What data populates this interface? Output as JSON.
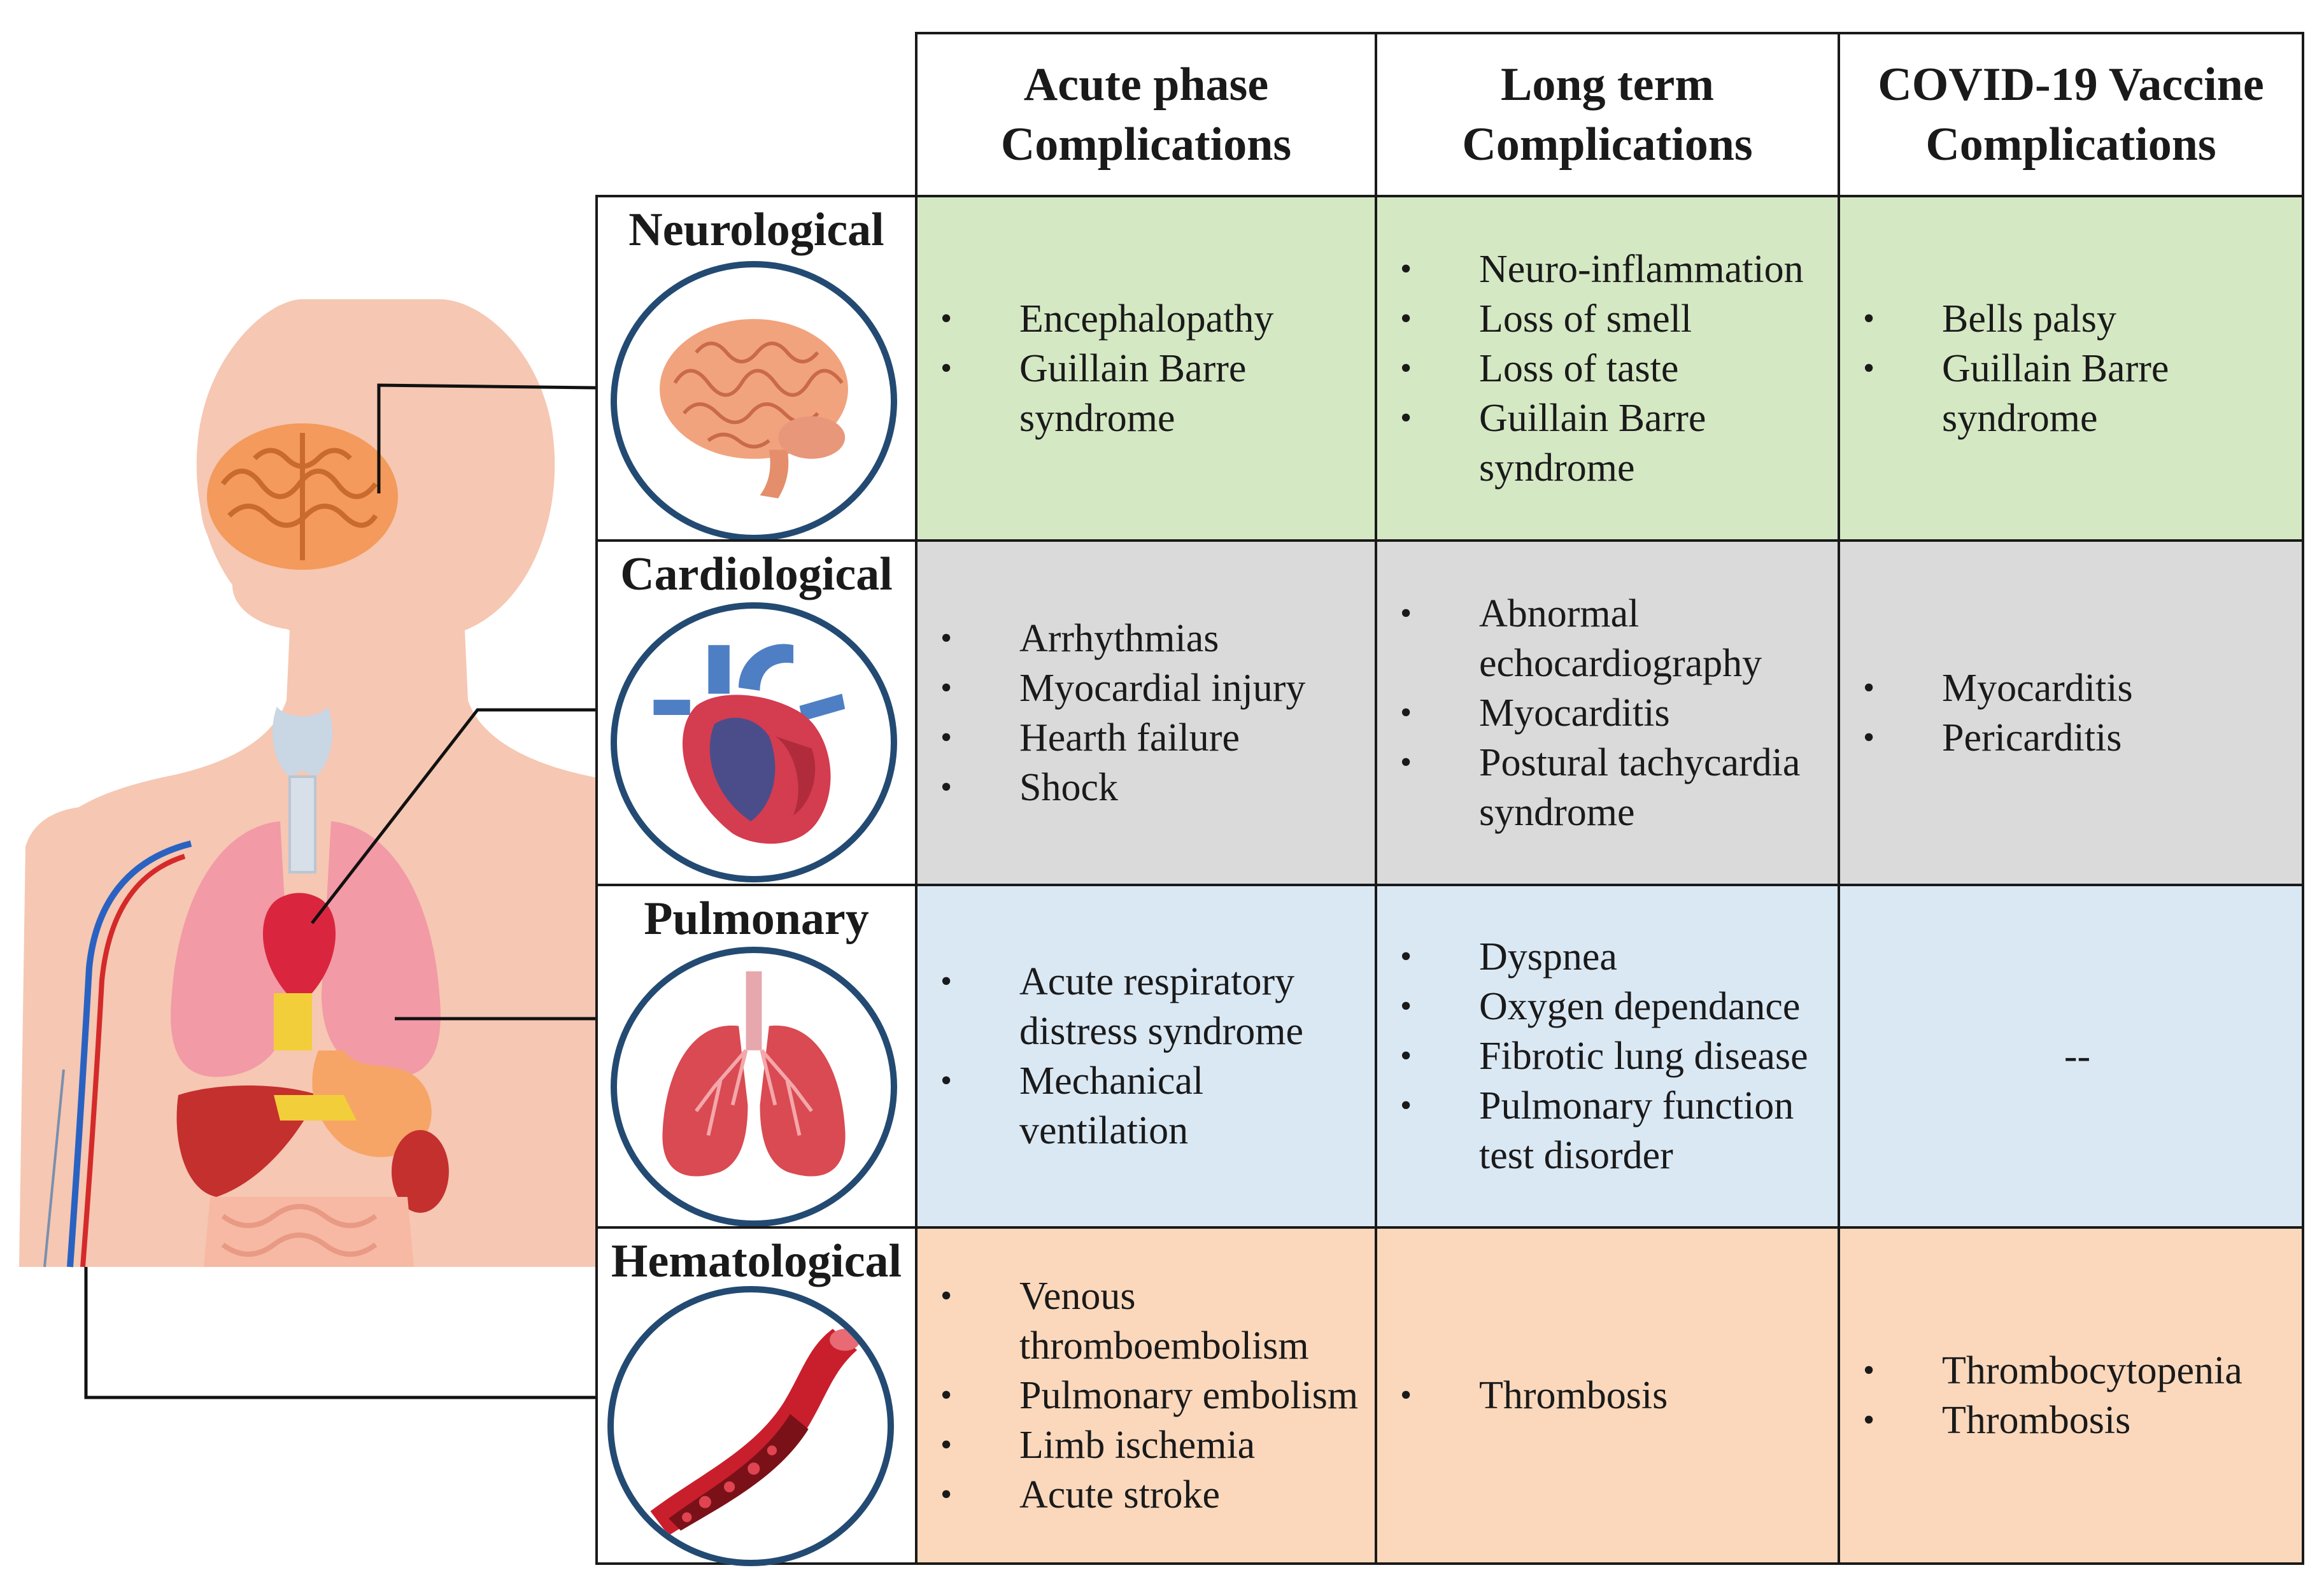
{
  "table": {
    "columns": [
      {
        "line1": "Acute phase",
        "line2": "Complications"
      },
      {
        "line1": "Long term",
        "line2": "Complications"
      },
      {
        "line1": "COVID-19 Vaccine",
        "line2": "Complications"
      }
    ],
    "rows": [
      {
        "label": "Neurological",
        "icon": "brain-icon",
        "color": "#d5e8c4",
        "acute": [
          "Encephalopathy",
          "Guillain Barre syndrome"
        ],
        "long_term": [
          "Neuro-inflammation",
          "Loss of smell",
          "Loss of taste",
          "Guillain Barre syndrome"
        ],
        "vaccine": [
          "Bells palsy",
          "Guillain Barre syndrome"
        ]
      },
      {
        "label": "Cardiological",
        "icon": "heart-icon",
        "color": "#dadada",
        "acute": [
          "Arrhythmias",
          "Myocardial injury",
          "Hearth failure",
          "Shock"
        ],
        "long_term": [
          "Abnormal echocardiography",
          "Myocarditis",
          "Postural tachycardia syndrome"
        ],
        "vaccine": [
          "Myocarditis",
          "Pericarditis"
        ]
      },
      {
        "label": "Pulmonary",
        "icon": "lungs-icon",
        "color": "#dae8f4",
        "acute": [
          "Acute respiratory distress syndrome",
          "Mechanical ventilation"
        ],
        "long_term": [
          "Dyspnea",
          "Oxygen dependance",
          "Fibrotic lung disease",
          "Pulmonary function test  disorder"
        ],
        "vaccine_text": "--"
      },
      {
        "label": "Hematological",
        "icon": "blood-vessel-icon",
        "color": "#fbd8bc",
        "acute": [
          "Venous thromboembolism",
          "Pulmonary embolism",
          "Limb ischemia",
          "Acute stroke"
        ],
        "long_term": [
          "Thrombosis"
        ],
        "vaccine": [
          "Thrombocytopenia",
          "Thrombosis"
        ]
      }
    ]
  },
  "illustration": {
    "figure": "human-body-anatomy-icon",
    "circle_color": "#234a72",
    "skin_color": "#f6c7b2",
    "brain_color": "#f39a5c",
    "lung_color": "#f29aa6",
    "heart_color": "#d9263e",
    "liver_color": "#c4302e"
  }
}
